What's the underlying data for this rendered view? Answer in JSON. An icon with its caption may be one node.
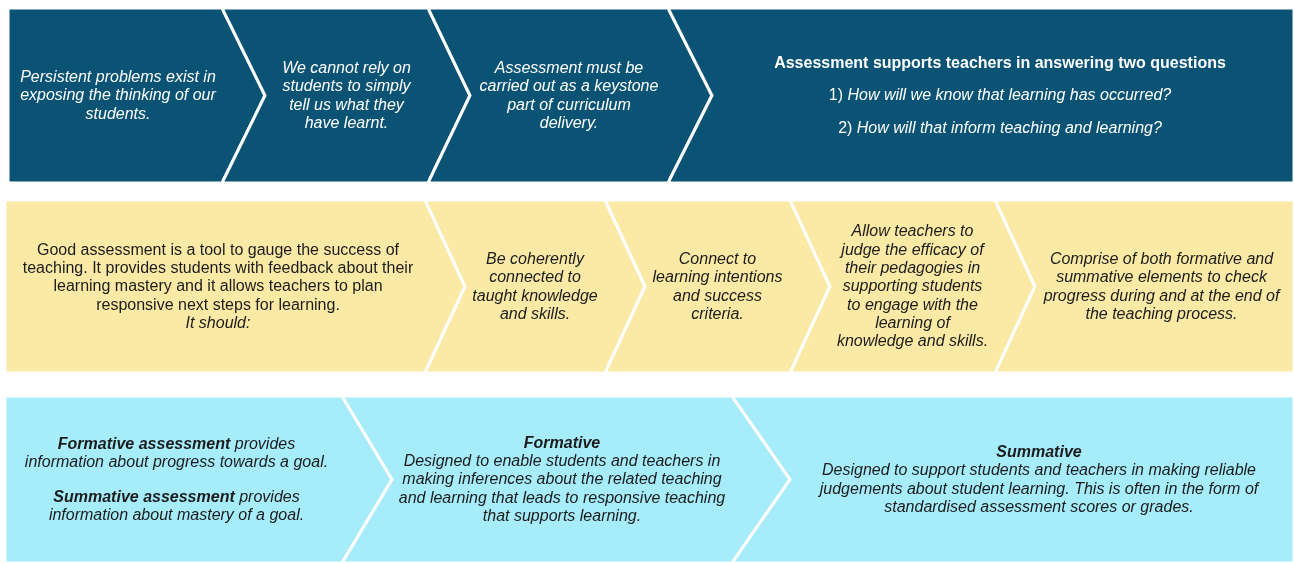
{
  "diagram": {
    "nodes": [
      {
        "text": [
          "Persistent problems exist in exposing the thinking of our students."
        ]
      },
      {
        "text": [
          "We cannot rely on students to simply tell us what they have learnt."
        ]
      },
      {
        "text": [
          "Assessment must be carried out as a keystone part of curriculum delivery."
        ]
      },
      {
        "text": [
          "Assessment supports teachers in answering two questions",
          "1) *How will we know that learning has occurred?*",
          "2) *How will that inform teaching and learning?*"
        ]
      },
      {
        "text": [
          "Good assessment is a tool to gauge the success of teaching. It provides students with feedback about their learning mastery and it allows teachers to plan responsive next steps for learning.",
          "It should:"
        ]
      },
      {
        "text": [
          "Be coherently connected to taught knowledge and skills."
        ]
      },
      {
        "text": [
          "Connect to learning intentions and success criteria."
        ]
      },
      {
        "text": [
          "Allow teachers to judge the efficacy of their pedagogies in supporting students to engage with the learning of knowledge and skills."
        ]
      },
      {
        "text": [
          "Comprise of both formative and summative elements to check progress during and at the end of the teaching process."
        ]
      },
      {
        "text": [
          "**Formative assessment** provides information about progress towards a goal.",
          "**Summative assessment** provides information about mastery of a goal."
        ]
      },
      {
        "text": [
          "Formative",
          "Designed to enable students and teachers in making inferences about the related teaching and learning that leads to responsive teaching that supports learning."
        ]
      },
      {
        "text": [
          "Summative",
          "Designed to support students and teachers in making reliable judgements about student learning. This is often in the form of standardised assessment scores or grades."
        ]
      }
    ]
  }
}
